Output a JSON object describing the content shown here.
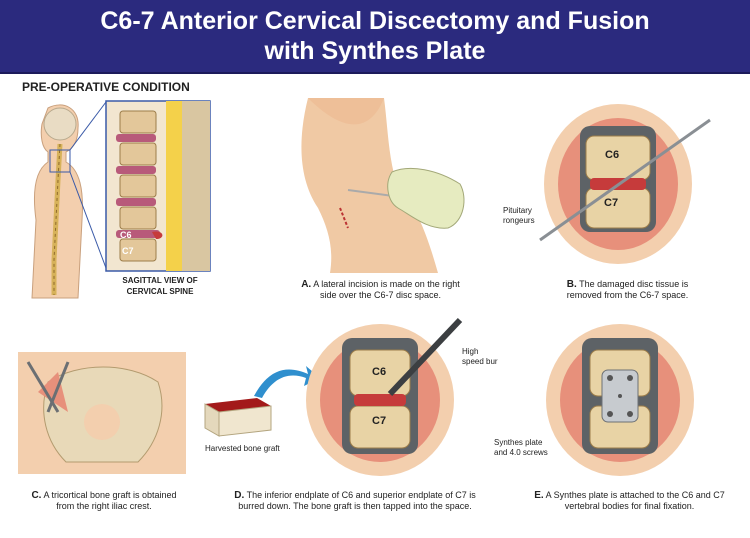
{
  "header": {
    "title_line1": "C6-7 Anterior Cervical Discectomy and Fusion",
    "title_line2": "with Synthes Plate"
  },
  "preop": {
    "heading": "PRE-OPERATIVE CONDITION",
    "sagittal_line1": "SAGITTAL VIEW OF",
    "sagittal_line2": "CERVICAL SPINE",
    "c6": "C6",
    "c7": "C7"
  },
  "steps": {
    "a": {
      "letter": "A.",
      "line1": "A lateral incision is made on the right",
      "line2": "side over the C6-7 disc space."
    },
    "b": {
      "letter": "B.",
      "line1": "The damaged disc tissue is",
      "line2": "removed from the C6-7 space."
    },
    "c": {
      "letter": "C.",
      "line1": "A tricortical bone graft is obtained",
      "line2": "from the right iliac crest."
    },
    "d": {
      "letter": "D.",
      "line1": "The inferior endplate of C6 and superior endplate of C7 is",
      "line2": "burred down. The bone graft is then tapped into the space."
    },
    "e": {
      "letter": "E.",
      "line1": "A Synthes plate is attached to the C6 and C7",
      "line2": "vertebral bodies for final fixation."
    }
  },
  "labels": {
    "pituitary1": "Pituitary",
    "pituitary2": "rongeurs",
    "bur1": "High",
    "bur2": "speed bur",
    "graft": "Harvested bone graft",
    "plate1": "Synthes plate",
    "plate2": "and 4.0 screws",
    "c6": "C6",
    "c7": "C7"
  },
  "colors": {
    "header": "#2b2a7e",
    "skin": "#f3cfae",
    "wound": "#e7907b",
    "bone": "#e8d3a5",
    "disc": "#c63b3b",
    "retractor": "#707478"
  }
}
